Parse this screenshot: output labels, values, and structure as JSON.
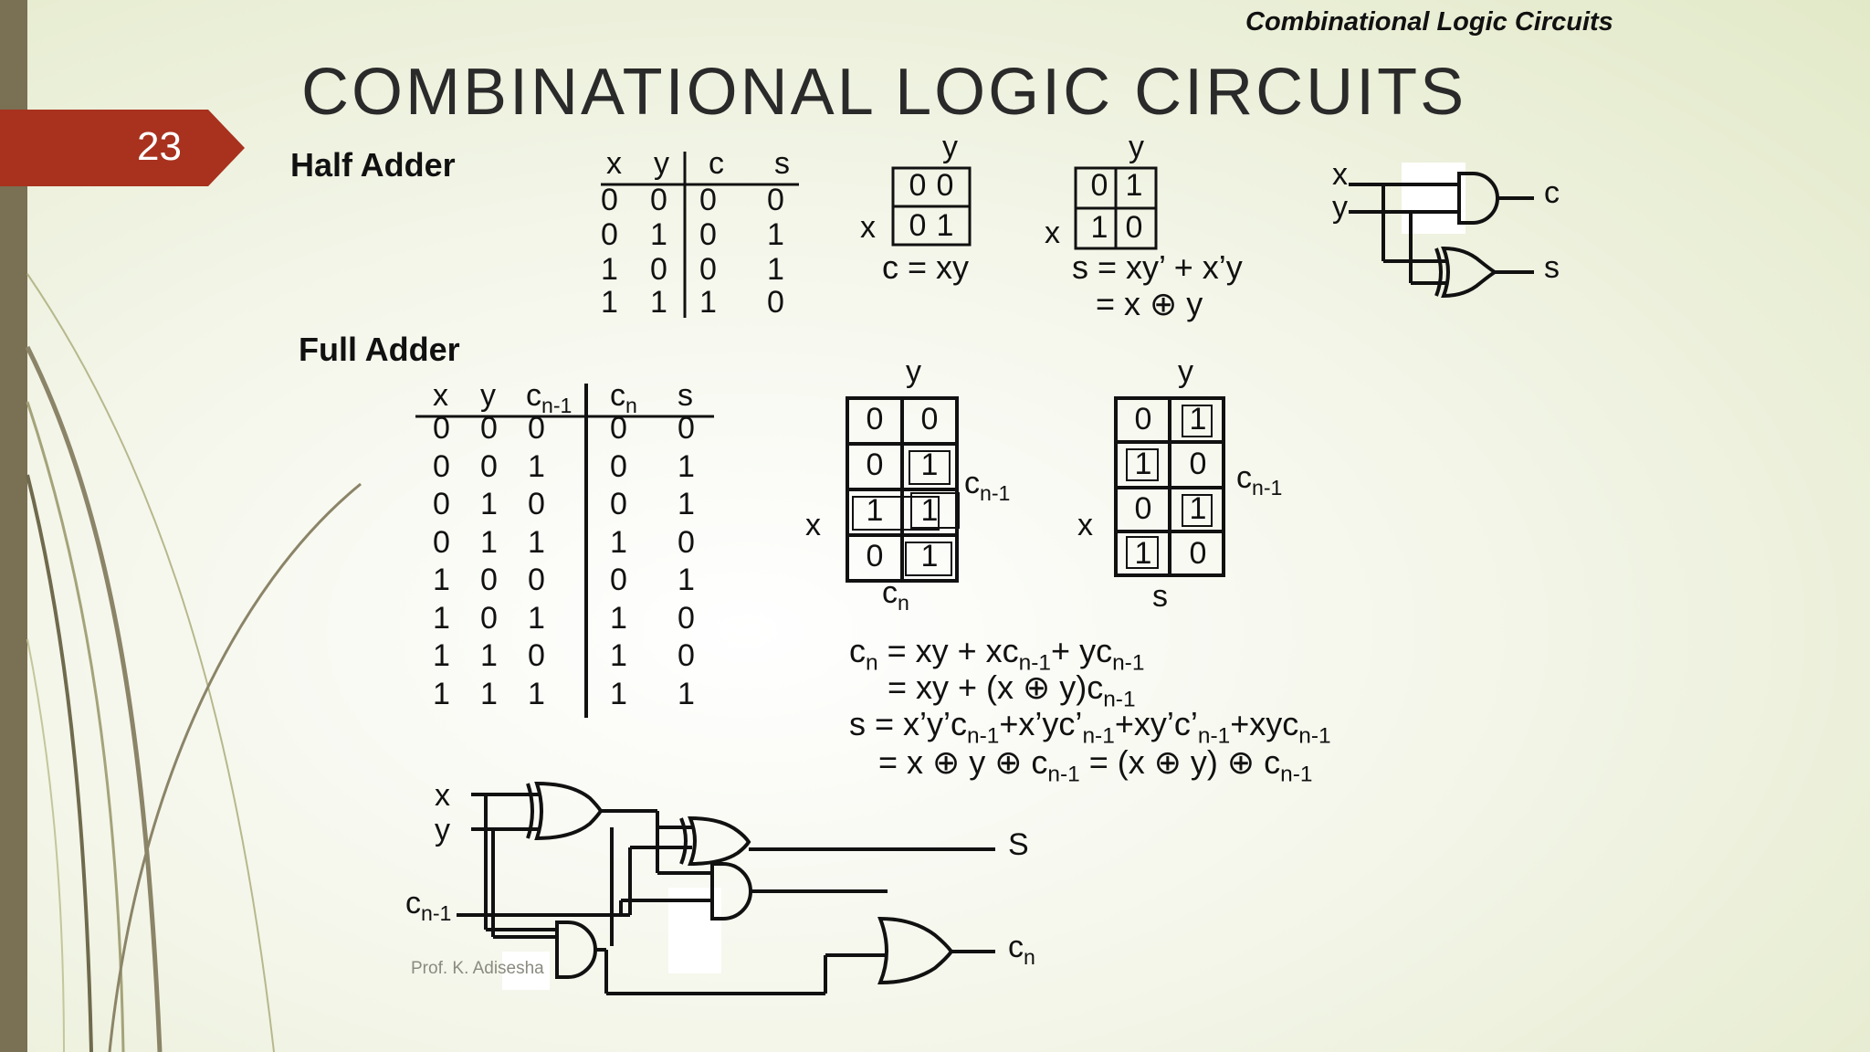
{
  "header": {
    "title": "Combinational Logic Circuits"
  },
  "slide": {
    "number": "23",
    "title": "COMBINATIONAL  LOGIC  CIRCUITS"
  },
  "half_adder": {
    "heading": "Half Adder",
    "columns": [
      "x",
      "y",
      "c",
      "s"
    ],
    "rows": [
      [
        "0",
        "0",
        "0",
        "0"
      ],
      [
        "0",
        "1",
        "0",
        "1"
      ],
      [
        "1",
        "0",
        "0",
        "1"
      ],
      [
        "1",
        "1",
        "1",
        "0"
      ]
    ],
    "kmap_c": {
      "y_label": "y",
      "x_label": "x",
      "cells": [
        [
          "0",
          "0"
        ],
        [
          "0",
          "1"
        ]
      ],
      "equation": "c = xy"
    },
    "kmap_s": {
      "y_label": "y",
      "x_label": "x",
      "cells": [
        [
          "0",
          "1"
        ],
        [
          "1",
          "0"
        ]
      ],
      "equation_1": "s = xy’ + x’y",
      "equation_2": "= x  ⊕  y"
    },
    "circuit": {
      "input_x": "x",
      "input_y": "y",
      "output_c": "c",
      "output_s": "s"
    }
  },
  "full_adder": {
    "heading": "Full Adder",
    "columns": [
      "x",
      "y",
      "cn-1",
      "cn",
      "s"
    ],
    "rows": [
      [
        "0",
        "0",
        "0",
        "0",
        "0"
      ],
      [
        "0",
        "0",
        "1",
        "0",
        "1"
      ],
      [
        "0",
        "1",
        "0",
        "0",
        "1"
      ],
      [
        "0",
        "1",
        "1",
        "1",
        "0"
      ],
      [
        "1",
        "0",
        "0",
        "0",
        "1"
      ],
      [
        "1",
        "0",
        "1",
        "1",
        "0"
      ],
      [
        "1",
        "1",
        "0",
        "1",
        "0"
      ],
      [
        "1",
        "1",
        "1",
        "1",
        "1"
      ]
    ],
    "kmap_cn": {
      "y_label": "y",
      "x_label": "x",
      "side_label": "cn-1",
      "bottom_label": "cn",
      "cells": [
        [
          "0",
          "0"
        ],
        [
          "0",
          "1"
        ],
        [
          "1",
          "1"
        ],
        [
          "0",
          "1"
        ]
      ]
    },
    "kmap_s": {
      "y_label": "y",
      "x_label": "x",
      "side_label": "cn-1",
      "bottom_label": "s",
      "cells": [
        [
          "0",
          "1"
        ],
        [
          "1",
          "0"
        ],
        [
          "0",
          "1"
        ],
        [
          "1",
          "0"
        ]
      ]
    },
    "equations": [
      "cn = xy + xcn-1+ ycn-1",
      "= xy + (x ⊕ y)cn-1",
      "s = x’y’cn-1+x’yc’n-1+xy’c’n-1+xycn-1",
      "= x ⊕ y ⊕ cn-1 = (x ⊕ y) ⊕ cn-1"
    ],
    "circuit": {
      "input_x": "x",
      "input_y": "y",
      "input_c": "cn-1",
      "output_s": "S",
      "output_c": "cn"
    }
  },
  "footer": {
    "credit": "Prof. K. Adisesha"
  },
  "colors": {
    "accent": "#a8321e",
    "strip": "#7a7053",
    "decoration": "#7d7353"
  }
}
